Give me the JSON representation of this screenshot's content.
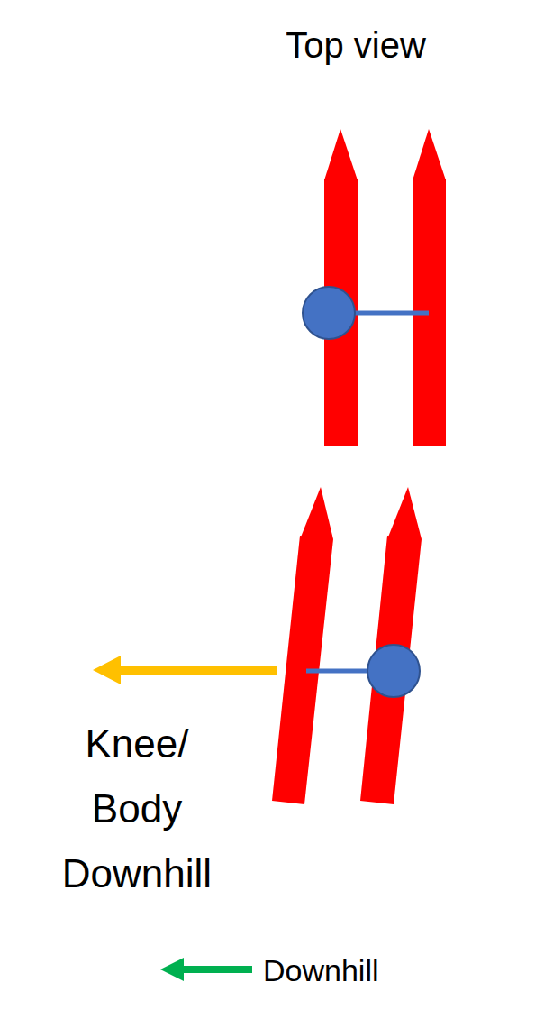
{
  "diagram": {
    "title": "Top view",
    "labels": [
      "Knee/ Body Downhill",
      "Downhill"
    ]
  }
}
